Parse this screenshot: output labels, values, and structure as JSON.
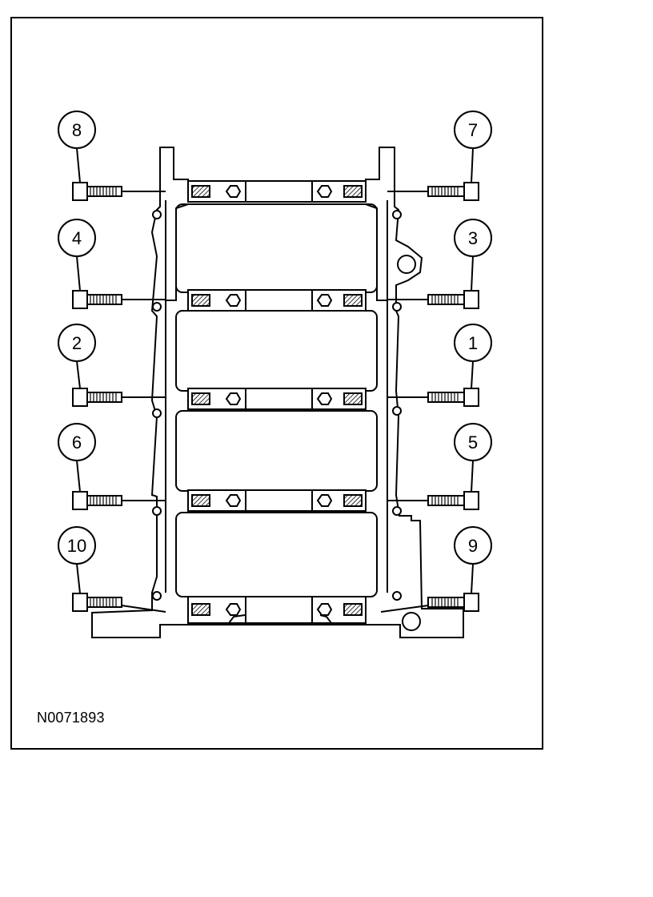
{
  "figure": {
    "id_label": "N0071893",
    "description": "Lower crankcase / main bearing cap bolt tightening sequence"
  },
  "callouts": [
    {
      "number": "8",
      "side": "left",
      "row": 1
    },
    {
      "number": "7",
      "side": "right",
      "row": 1
    },
    {
      "number": "4",
      "side": "left",
      "row": 2
    },
    {
      "number": "3",
      "side": "right",
      "row": 2
    },
    {
      "number": "2",
      "side": "left",
      "row": 3
    },
    {
      "number": "1",
      "side": "right",
      "row": 3
    },
    {
      "number": "6",
      "side": "left",
      "row": 4
    },
    {
      "number": "5",
      "side": "right",
      "row": 4
    },
    {
      "number": "10",
      "side": "left",
      "row": 5
    },
    {
      "number": "9",
      "side": "right",
      "row": 5
    }
  ],
  "colors": {
    "line": "#000000",
    "background": "#ffffff"
  }
}
